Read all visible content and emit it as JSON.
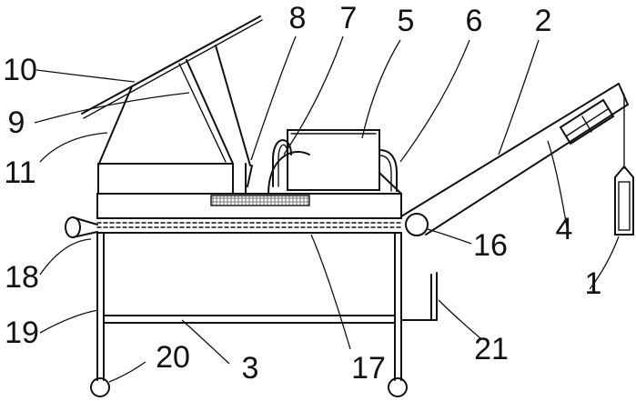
{
  "labels": {
    "n1": "1",
    "n2": "2",
    "n3": "3",
    "n4": "4",
    "n5": "5",
    "n6": "6",
    "n7": "7",
    "n8": "8",
    "n9": "9",
    "n10": "10",
    "n11": "11",
    "n16": "16",
    "n17": "17",
    "n18": "18",
    "n19": "19",
    "n20": "20",
    "n21": "21"
  }
}
